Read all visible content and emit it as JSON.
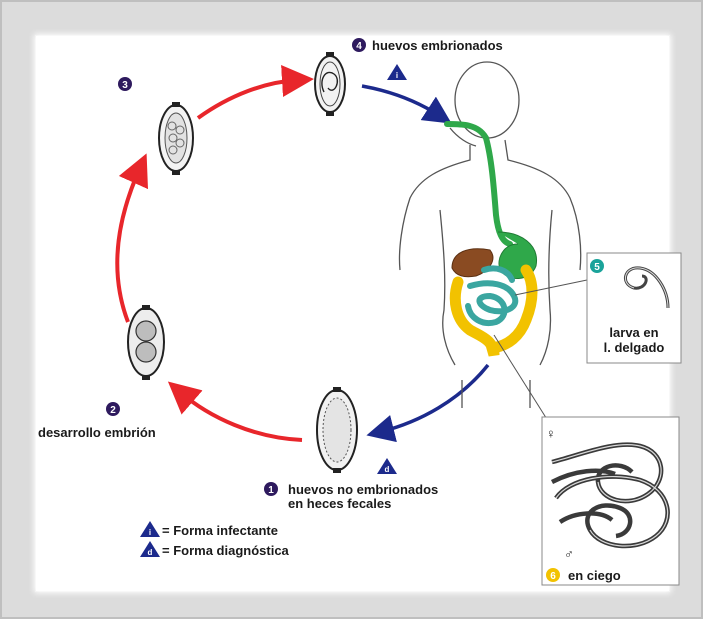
{
  "stages": {
    "s1": {
      "number": "1",
      "line1": "huevos no embrionados",
      "line2": "en heces fecales",
      "color": "#2e1a5e"
    },
    "s2": {
      "number": "2",
      "text": "desarrollo embrión",
      "color": "#2e1a5e"
    },
    "s3": {
      "number": "3",
      "color": "#2e1a5e"
    },
    "s4": {
      "number": "4",
      "text": "huevos embrionados",
      "color": "#2e1a5e"
    },
    "s5": {
      "number": "5",
      "line1": "larva en",
      "line2": "l. delgado",
      "color": "#1aa39a"
    },
    "s6": {
      "number": "6",
      "text": "en ciego",
      "color": "#f2c200"
    }
  },
  "markers": {
    "infective": "i",
    "diagnostic": "d"
  },
  "legend": {
    "infective": "= Forma infectante",
    "diagnostic": "= Forma diagnóstica"
  },
  "symbols": {
    "female": "♀",
    "male": "♂"
  },
  "colors": {
    "cycle_arrow": "#e8262b",
    "host_arrow": "#1c2a8c",
    "marker": "#1c2a8c",
    "gut_green": "#2fa84a",
    "liver_brown": "#8a4b22",
    "colon_yellow": "#f2c200",
    "intestine_teal": "#3aa6a0"
  }
}
